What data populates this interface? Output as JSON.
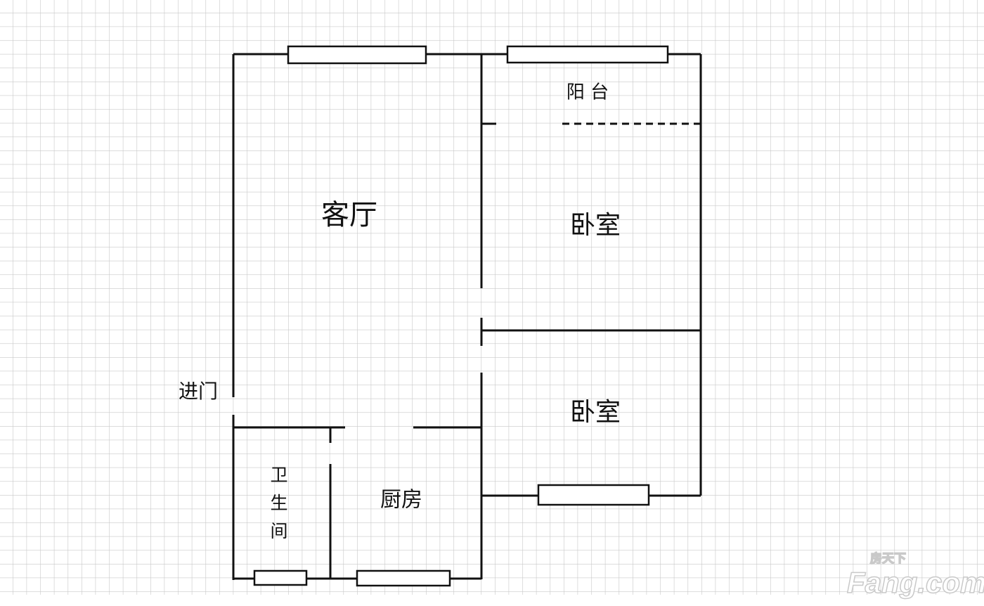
{
  "rooms": {
    "balcony": "阳 台",
    "living_room": "客厅",
    "bedroom_1": "卧室",
    "bedroom_2": "卧室",
    "entrance": "进门",
    "bathroom": [
      "卫",
      "生",
      "间"
    ],
    "kitchen": "厨房"
  },
  "watermark": {
    "brand": "Fang.com",
    "brand_cn": "房天下"
  },
  "colors": {
    "grid": "#c8c8c8",
    "wall": "#111111",
    "background": "#ffffff"
  }
}
